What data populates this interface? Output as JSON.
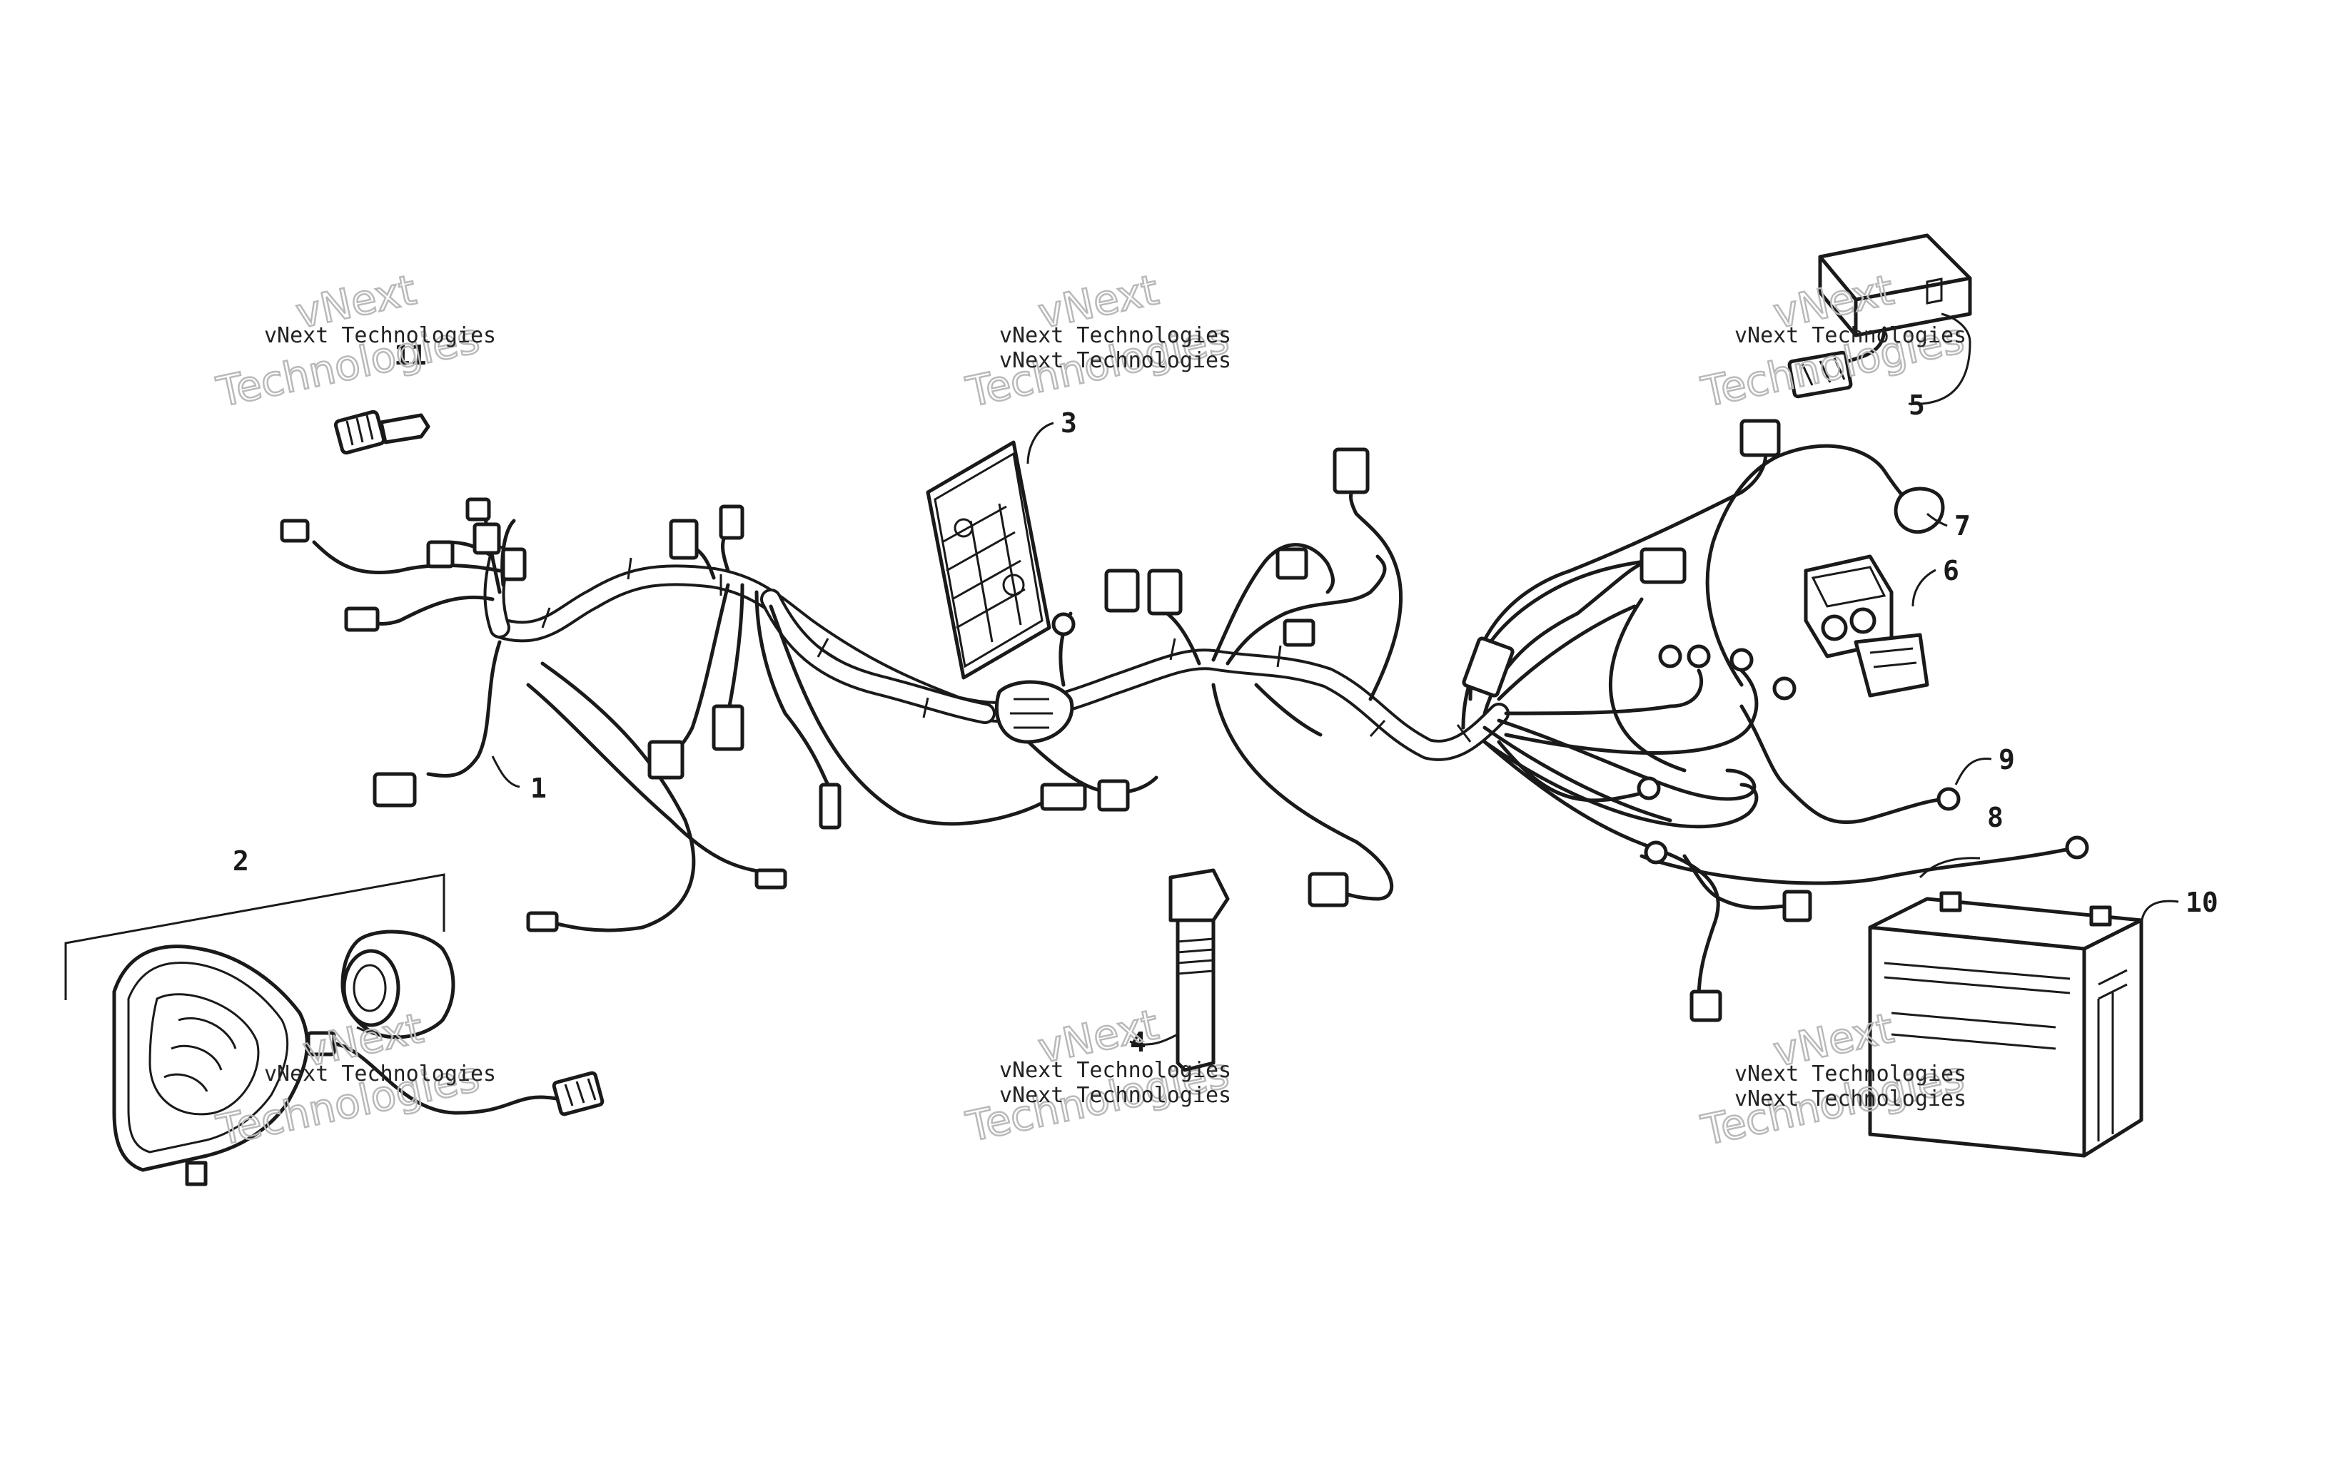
{
  "callouts": {
    "c1": "1",
    "c2": "2",
    "c3": "3",
    "c4": "4",
    "c5": "5",
    "c6": "6",
    "c7": "7",
    "c8": "8",
    "c9": "9",
    "c10": "10",
    "c11": "11"
  },
  "watermark": {
    "line_small": "vNext Technologies",
    "line_big_1": "vNext",
    "line_big_2": "Technologies"
  }
}
